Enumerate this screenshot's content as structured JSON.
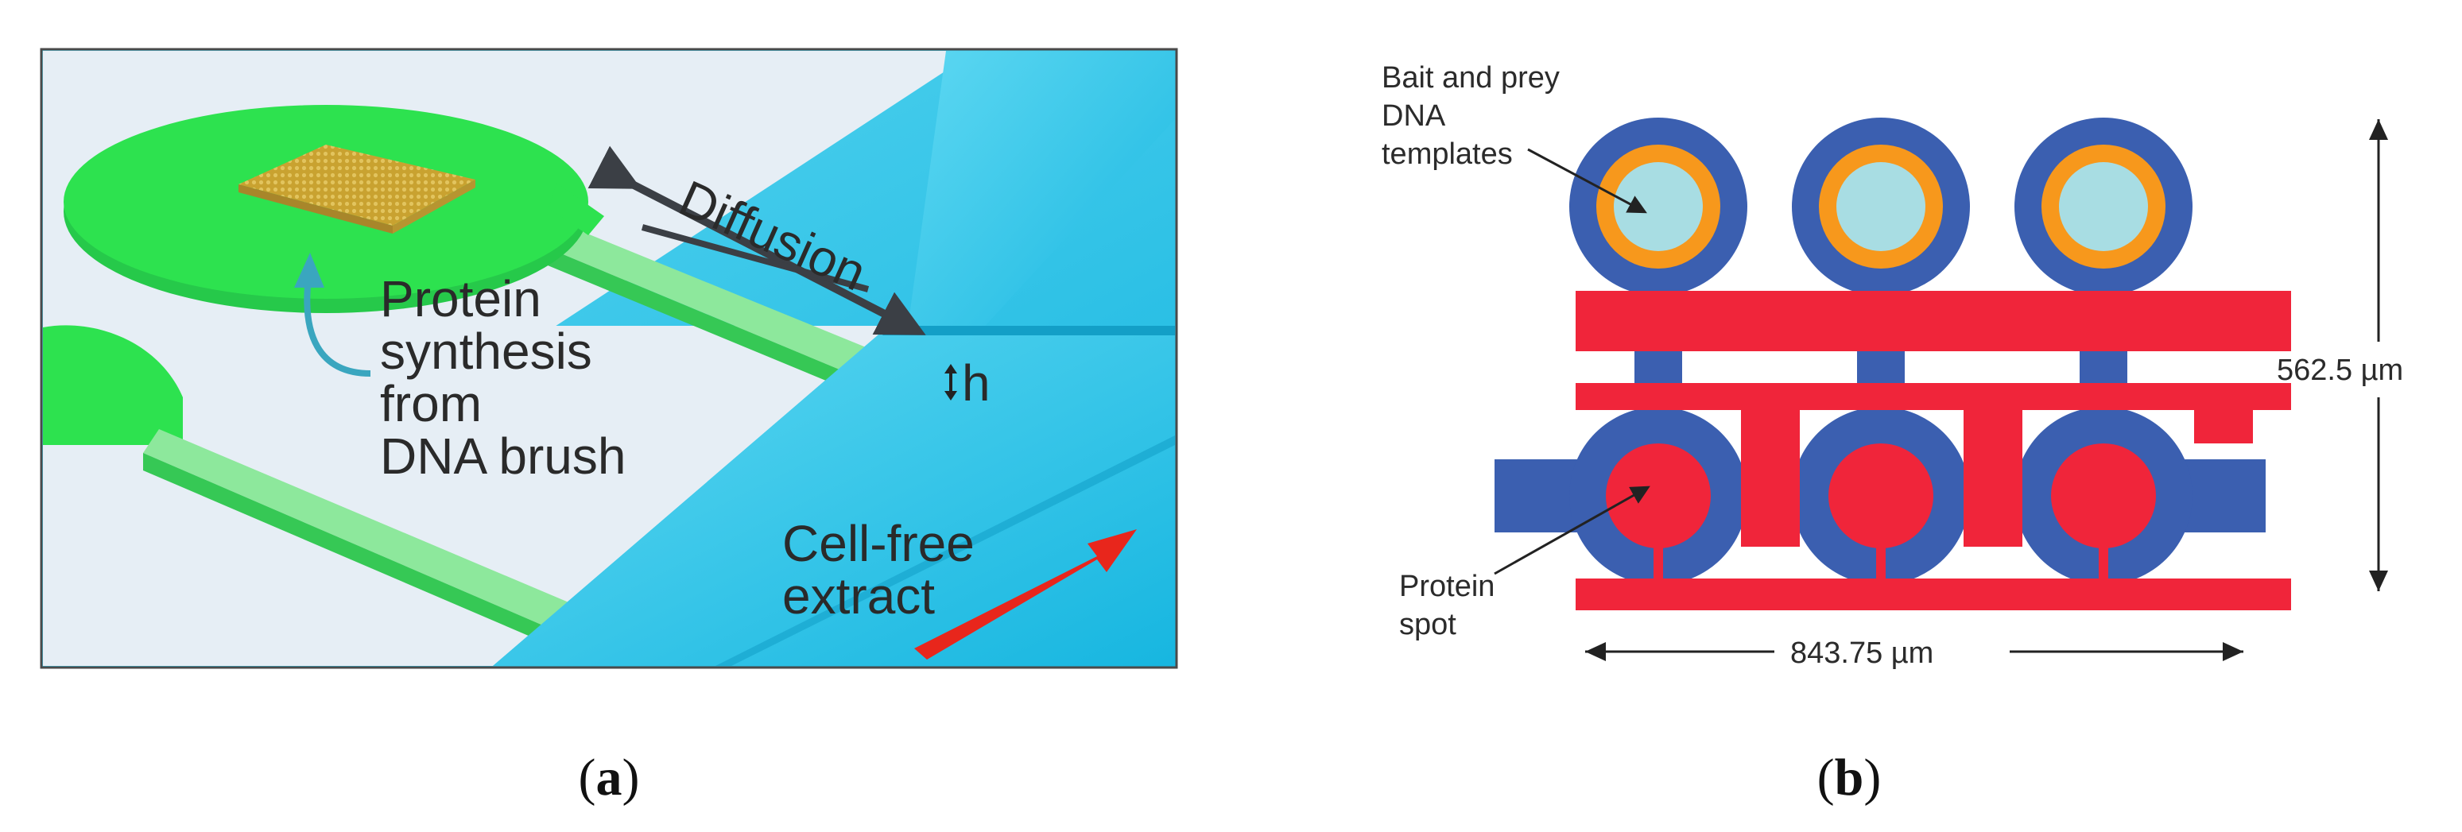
{
  "panel_a": {
    "caption_letter": "a",
    "labels": {
      "diffusion": "Diffusion",
      "h": "h",
      "protein_line1": "Protein",
      "protein_line2": "synthesis",
      "protein_line3": "from",
      "protein_line4": "DNA brush",
      "cellfree_line1": "Cell-free",
      "cellfree_line2": "extract"
    },
    "colors": {
      "channel_blue": "#22C4E8",
      "surface": "#E6EEF5",
      "chamber_green": "#22DD44",
      "brush_gold": "#C9A230",
      "arrow_red": "#E8261C",
      "arrow_teal": "#3AA6BF",
      "arrow_gray": "#3B3F45"
    }
  },
  "panel_b": {
    "caption_letter": "b",
    "labels": {
      "templates_line1": "Bait and prey",
      "templates_line2": "DNA",
      "templates_line3": "templates",
      "spot_line1": "Protein",
      "spot_line2": "spot",
      "height_dim": "562.5 µm",
      "width_dim": "843.75 µm"
    },
    "colors": {
      "blue": "#3B5FB0",
      "orange": "#F7981C",
      "cyan": "#A8DDE3",
      "red": "#F0253A"
    }
  }
}
